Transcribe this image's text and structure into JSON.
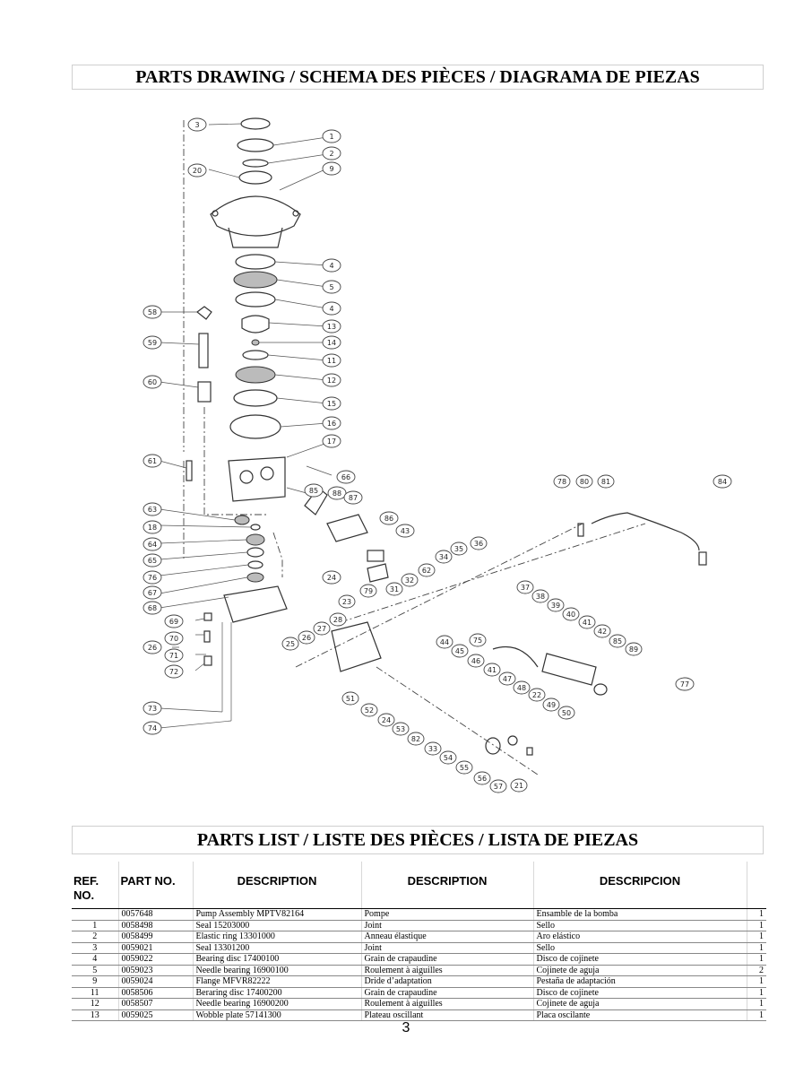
{
  "headings": {
    "drawing": "PARTS DRAWING / SCHEMA DES PIÈCES / DIAGRAMA DE PIEZAS",
    "list": "PARTS LIST / LISTE DES PIÈCES / LISTA DE PIEZAS"
  },
  "callouts": [
    "3",
    "1",
    "2",
    "20",
    "9",
    "4",
    "5",
    "4",
    "58",
    "13",
    "14",
    "59",
    "11",
    "12",
    "60",
    "15",
    "16",
    "17",
    "61",
    "66",
    "85",
    "88",
    "87",
    "78",
    "80",
    "81",
    "84",
    "63",
    "18",
    "64",
    "65",
    "76",
    "67",
    "86",
    "43",
    "34",
    "35",
    "36",
    "62",
    "24",
    "32",
    "31",
    "79",
    "68",
    "69",
    "70",
    "26",
    "71",
    "72",
    "23",
    "27",
    "28",
    "25",
    "26",
    "51",
    "52",
    "44",
    "45",
    "46",
    "41",
    "47",
    "48",
    "22",
    "24",
    "53",
    "82",
    "33",
    "54",
    "55",
    "56",
    "57",
    "21",
    "49",
    "50",
    "75",
    "37",
    "38",
    "39",
    "40",
    "41",
    "42",
    "85",
    "89",
    "77",
    "73",
    "74"
  ],
  "table": {
    "headers": [
      "REF. NO.",
      "PART NO.",
      "DESCRIPTION",
      "DESCRIPTION",
      "DESCRIPCION",
      ""
    ],
    "rows": [
      [
        "",
        "0057648",
        "Pump Assembly MPTV82164",
        "Pompe",
        "Ensamble de la bomba",
        "1"
      ],
      [
        "1",
        "0058498",
        "Seal 15203000",
        "Joint",
        "Sello",
        "1"
      ],
      [
        "2",
        "0058499",
        "Elastic ring 13301000",
        "Anneau élastique",
        "Aro elástico",
        "1"
      ],
      [
        "3",
        "0059021",
        "Seal 13301200",
        "Joint",
        "Sello",
        "1"
      ],
      [
        "4",
        "0059022",
        "Bearing disc 17400100",
        "Grain de crapaudine",
        "Disco de cojinete",
        "1"
      ],
      [
        "5",
        "0059023",
        "Needle bearing 16900100",
        "Roulement à aiguilles",
        "Cojinete de aguja",
        "2"
      ],
      [
        "9",
        "0059024",
        "Flange MFVR82222",
        "Dride d’adaptation",
        "Pestaña de adaptación",
        "1"
      ],
      [
        "11",
        "0058506",
        "Berаring disc 17400200",
        "Grain de crapaudine",
        "Disco de cojinete",
        "1"
      ],
      [
        "12",
        "0058507",
        "Needle bearing 16900200",
        "Roulement à aiguilles",
        "Cojinete de aguja",
        "1"
      ],
      [
        "13",
        "0059025",
        "Wobble plate 57141300",
        "Plateau oscillant",
        "Placa oscilante",
        "1"
      ]
    ]
  },
  "page_number": "3"
}
